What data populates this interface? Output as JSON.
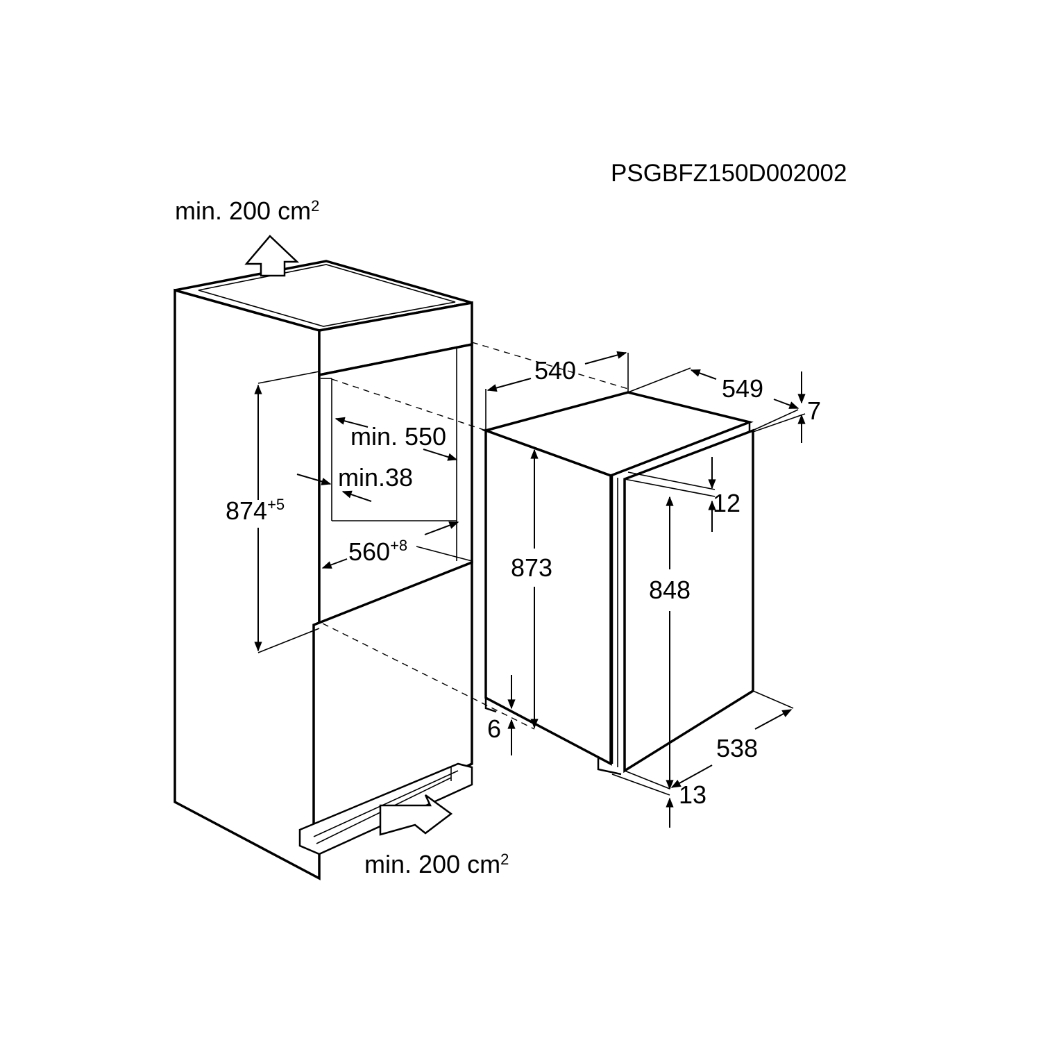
{
  "code": "PSGBFZ150D002002",
  "ventilation": {
    "top": {
      "text": "min. 200 cm",
      "sup": "2"
    },
    "bottom": {
      "text": "min. 200 cm",
      "sup": "2"
    }
  },
  "niche": {
    "height": {
      "value": "874",
      "tol": "+5"
    },
    "depth": "min. 550",
    "side_gap": "min.38",
    "width": {
      "value": "560",
      "tol": "+8"
    }
  },
  "appliance": {
    "width": "540",
    "depth": "549",
    "top_offset": "7",
    "door_gap": "12",
    "height": "873",
    "door_height": "848",
    "foot": "6",
    "door_width": "538",
    "bottom_offset": "13"
  }
}
